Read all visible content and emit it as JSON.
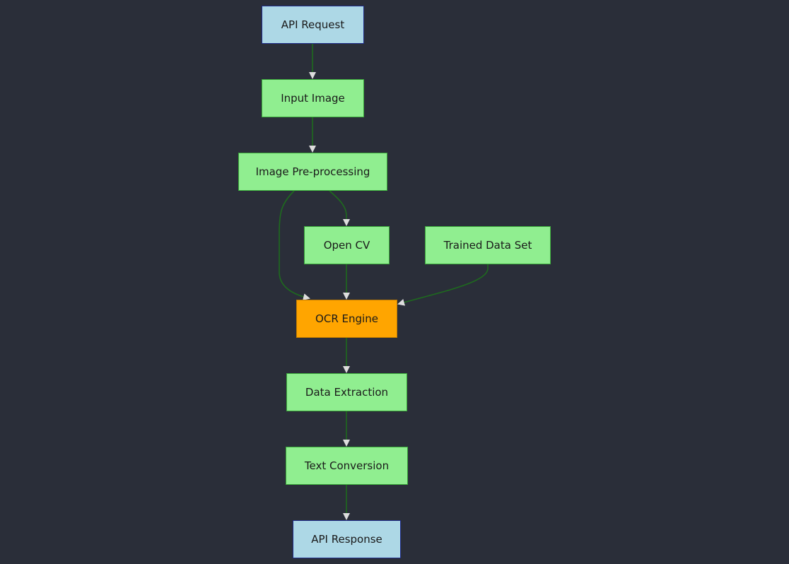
{
  "nodes": {
    "api_request": "API Request",
    "input_image": "Input Image",
    "preprocessing": "Image Pre-processing",
    "opencv": "Open CV",
    "trained_data_set": "Trained Data Set",
    "ocr_engine": "OCR Engine",
    "data_extraction": "Data Extraction",
    "text_conversion": "Text Conversion",
    "api_response": "API Response"
  },
  "edges": [
    {
      "from": "api_request",
      "to": "input_image"
    },
    {
      "from": "input_image",
      "to": "preprocessing"
    },
    {
      "from": "preprocessing",
      "to": "opencv"
    },
    {
      "from": "preprocessing",
      "to": "ocr_engine"
    },
    {
      "from": "opencv",
      "to": "ocr_engine"
    },
    {
      "from": "trained_data_set",
      "to": "ocr_engine"
    },
    {
      "from": "ocr_engine",
      "to": "data_extraction"
    },
    {
      "from": "data_extraction",
      "to": "text_conversion"
    },
    {
      "from": "text_conversion",
      "to": "api_response"
    }
  ],
  "colors": {
    "background": "#2a2e39",
    "io_node": "#add8e6",
    "io_border": "#1f2b8a",
    "process_node": "#90ee90",
    "core_node": "#ffa500",
    "edge_line": "#1e6b1e",
    "arrowhead": "#dddddd"
  }
}
